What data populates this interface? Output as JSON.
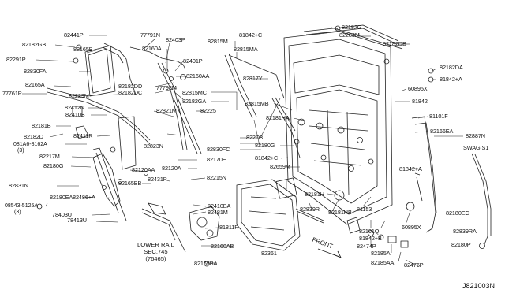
{
  "callouts": [
    "82441P",
    "77791N",
    "82403P",
    "82182GB",
    "82165B",
    "82160A",
    "82291P",
    "82401P",
    "82830FA",
    "82160AA",
    "82182DD",
    "82182DC",
    "77798M",
    "82165A",
    "82229M",
    "82815MC",
    "82182GA",
    "77761P",
    "82412N",
    "82410B",
    "82821M",
    "82225",
    "82181B",
    "82182D",
    "82411R",
    "081A6-8162A",
    "82217M",
    "82823N",
    "82830FC",
    "82180G",
    "82120AA",
    "82120A",
    "82831N",
    "82180EA",
    "82165BB",
    "82431P",
    "82215N",
    "82486+A",
    "82410BA",
    "82481M",
    "08543-5125A",
    "78403U",
    "78413U",
    "81811R",
    "82160AB",
    "82165BA",
    "82815M",
    "82815MA",
    "82817Y",
    "82815MB",
    "82181HA",
    "82180G",
    "81842+C",
    "82659M",
    "82181H",
    "82181HB",
    "82839R",
    "82361",
    "82182G",
    "82283M",
    "82182DB",
    "82182DA",
    "81842+A",
    "60895X",
    "81842",
    "81101F",
    "82166EA",
    "82887N",
    "81842+A",
    "82180EC",
    "82839RA",
    "82180P",
    "81153",
    "82101Q",
    "81842+B",
    "82474P",
    "82185A",
    "82185AA",
    "82476P",
    "60895X",
    "82170E",
    "822D3",
    "81842+C"
  ],
  "qty_notes": [
    "(3)",
    "(3)"
  ],
  "section_note": {
    "line1": "LOWER RAIL",
    "line2": "SEC.745",
    "line3": "(76465)"
  },
  "front_label": "FRONT",
  "variant_box_label": "SWAG.S1",
  "diagram_code": "J821003N"
}
